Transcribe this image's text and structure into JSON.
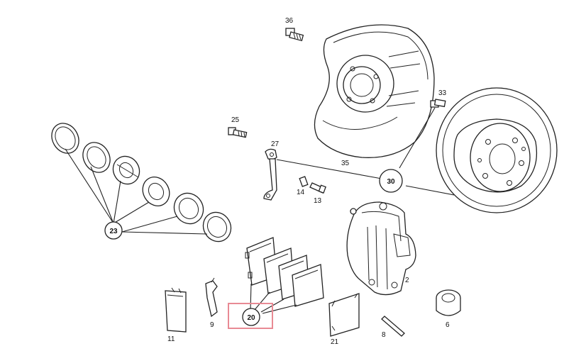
{
  "parts": {
    "p36": "36",
    "p33": "33",
    "p25": "25",
    "p27": "27",
    "p35": "35",
    "p14": "14",
    "p13": "13",
    "p2": "2",
    "p11": "11",
    "p9": "9",
    "p21": "21",
    "p8": "8",
    "p6": "6"
  },
  "callouts": {
    "c23": "23",
    "c30": "30",
    "c20": "20"
  },
  "colors": {
    "line": "#222222",
    "highlight": "#e88a94",
    "background": "#ffffff"
  }
}
